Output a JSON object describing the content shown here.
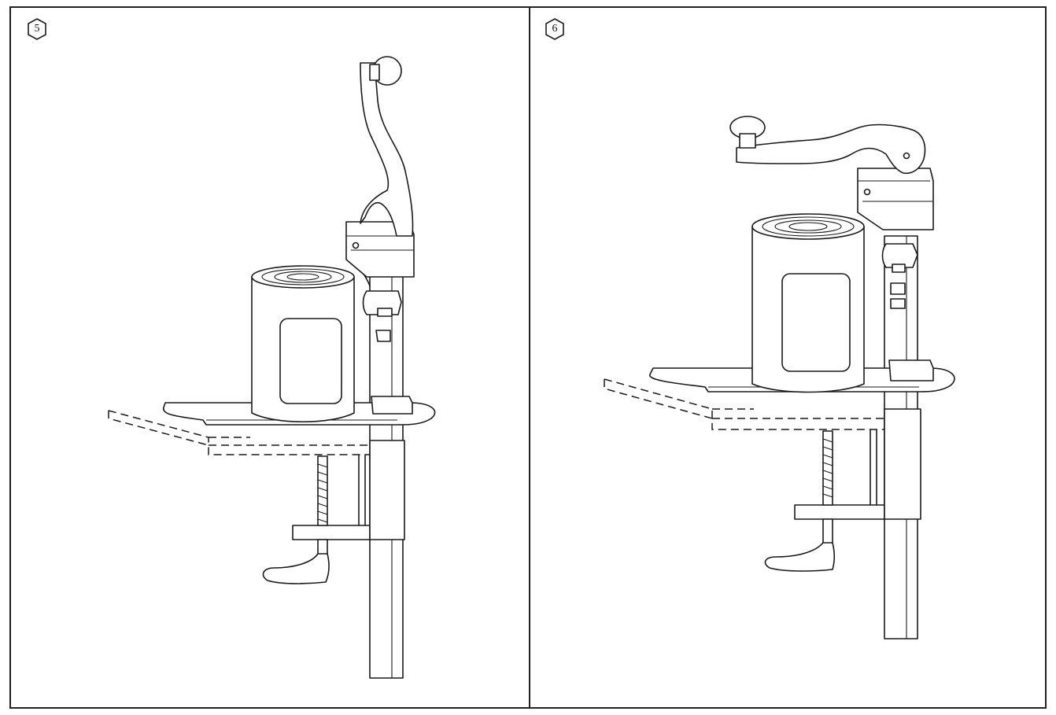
{
  "steps": [
    {
      "number": "5",
      "stage": "handle-raised"
    },
    {
      "number": "6",
      "stage": "handle-lowered"
    }
  ],
  "colors": {
    "line": "#1a1a1a",
    "background": "#ffffff",
    "frame": "#222222"
  },
  "icons": [
    "hexagon-step-badge",
    "can-opener-illustration",
    "can-illustration",
    "table-edge-dashed"
  ]
}
